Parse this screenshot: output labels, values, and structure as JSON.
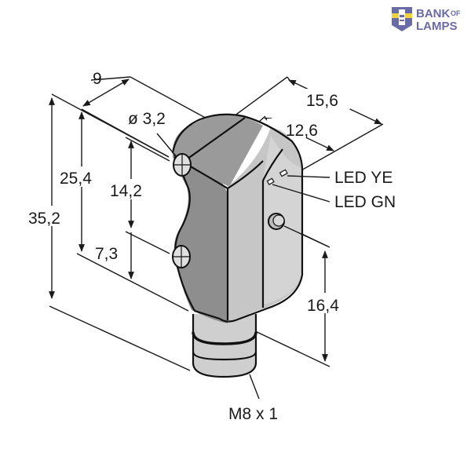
{
  "logo": {
    "line1": "BANK",
    "of": "OF",
    "line2": "LAMPS",
    "color": "#6a6aa6",
    "accent": "#f2d23c",
    "icon": "lighthouse-icon"
  },
  "drawing": {
    "subject": "sensor housing dimensional drawing",
    "colors": {
      "body_dark": "#8e8e8e",
      "body_mid": "#bdbdbd",
      "body_light": "#d6d6d6",
      "connector": "#cfcfcf",
      "line": "#1a1a1a"
    },
    "dimensions": {
      "depth": "9",
      "hole_diameter": "ø 3,2",
      "height_total": "35,2",
      "height_upper": "25,4",
      "hole_spacing": "14,2",
      "hole_offset": "7,3",
      "width_total": "15,6",
      "width_inner": "12,6",
      "lens_height": "16,4"
    },
    "callouts": {
      "led_yellow": "LED YE",
      "led_green": "LED GN",
      "connector_thread": "M8 x 1"
    }
  }
}
